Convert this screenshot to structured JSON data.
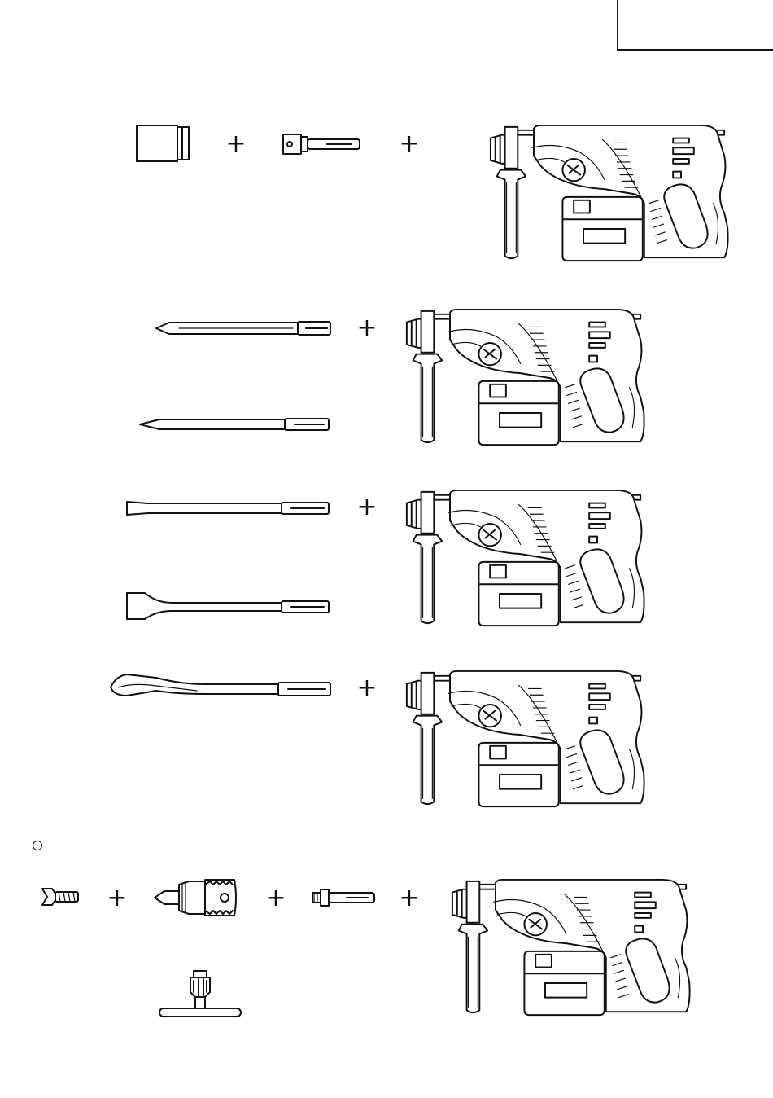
{
  "page": {
    "section_marker": "",
    "plus_sign": "+"
  },
  "rows": [
    {
      "id": "row-core-bit",
      "accessories": [
        "core-bit",
        "core-bit-adapter"
      ],
      "tool": "rotary-hammer"
    },
    {
      "id": "row-bull-point",
      "accessories": [
        "bull-point-short",
        "bull-point-long"
      ],
      "tool": "rotary-hammer"
    },
    {
      "id": "row-cold-chisel",
      "accessories": [
        "cold-chisel",
        "wide-chisel"
      ],
      "tool": "rotary-hammer"
    },
    {
      "id": "row-cranked-chisel",
      "accessories": [
        "cranked-chisel"
      ],
      "tool": "rotary-hammer"
    },
    {
      "id": "row-drill-chuck",
      "accessories": [
        "chuck-screw",
        "drill-chuck",
        "chuck-adapter",
        "chuck-key"
      ],
      "tool": "rotary-hammer"
    }
  ],
  "icons": {
    "bullet": "circle-bullet-icon",
    "corner": "page-number-box"
  }
}
